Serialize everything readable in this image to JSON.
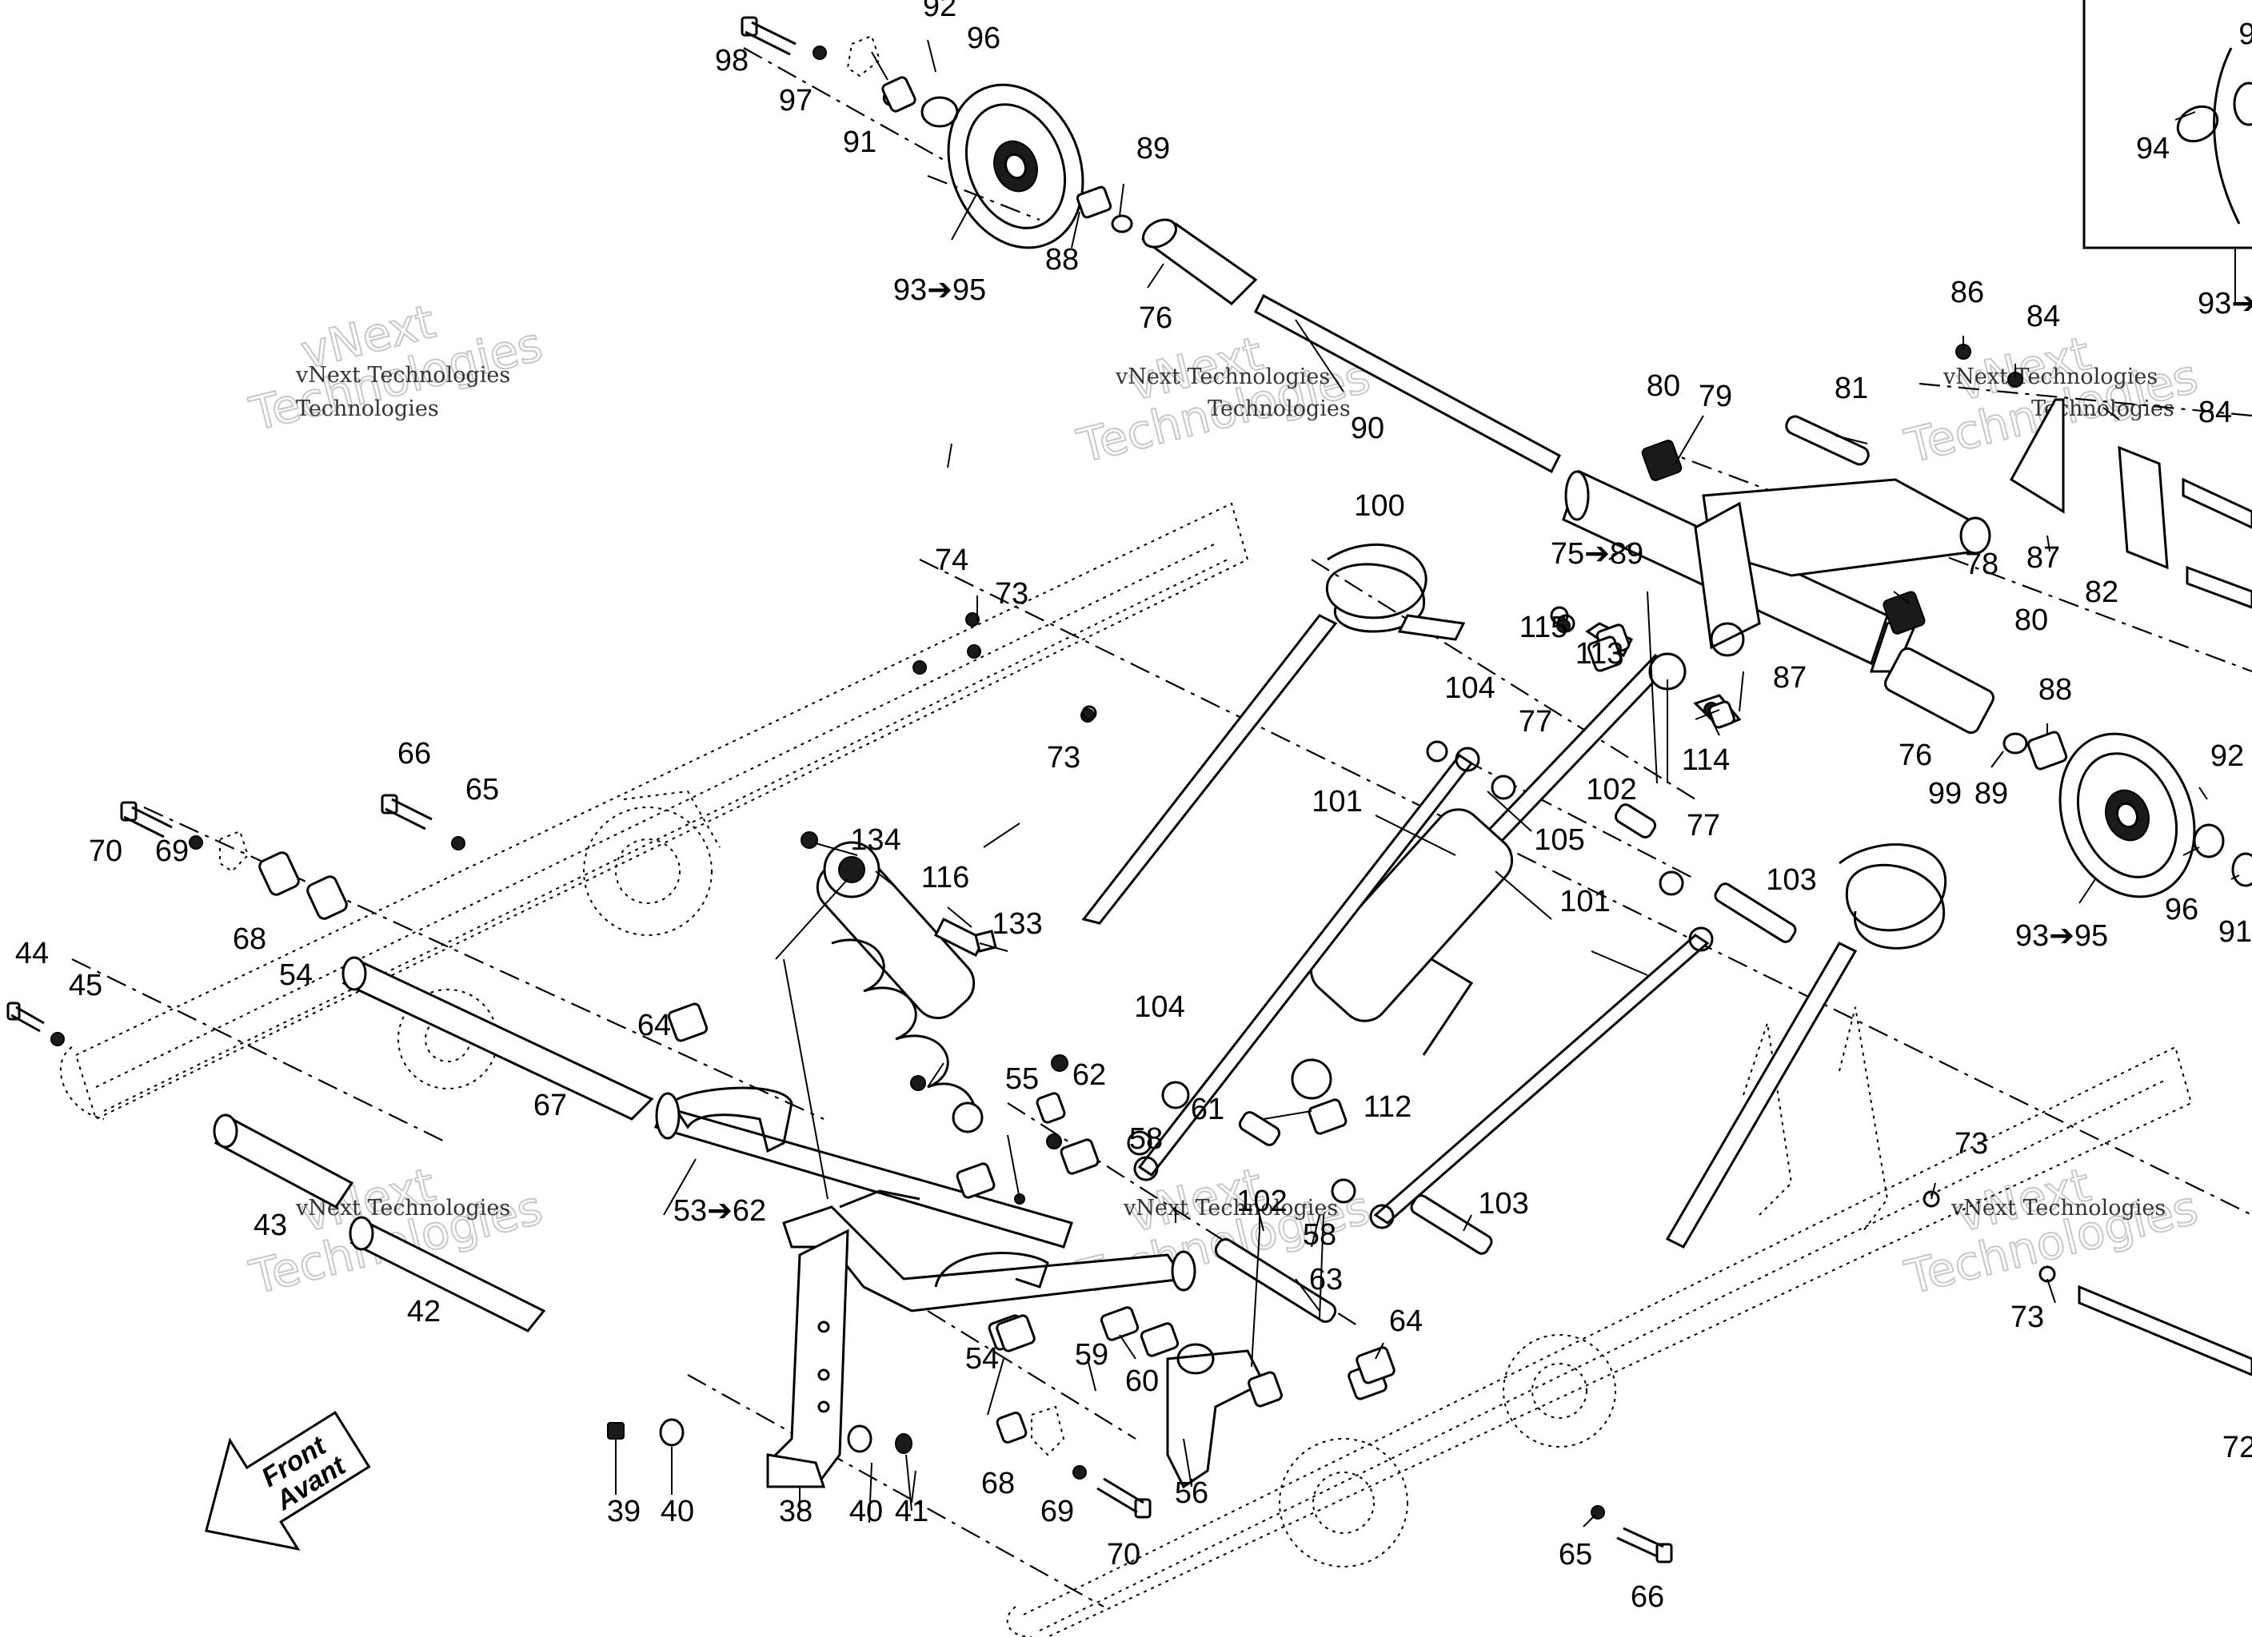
{
  "watermark": {
    "line1": "vNext",
    "line2": "Technologies",
    "small": "vNext Technologies"
  },
  "direction_arrow": {
    "line1": "Front",
    "line2": "Avant"
  },
  "callouts": [
    {
      "id": "98",
      "label": "98"
    },
    {
      "id": "97",
      "label": "97"
    },
    {
      "id": "92-top",
      "label": "92"
    },
    {
      "id": "96-top",
      "label": "96"
    },
    {
      "id": "91-top",
      "label": "91"
    },
    {
      "id": "89-top",
      "label": "89"
    },
    {
      "id": "88-top",
      "label": "88"
    },
    {
      "id": "93-95-top",
      "label": "93➔95"
    },
    {
      "id": "76-top",
      "label": "76"
    },
    {
      "id": "90",
      "label": "90"
    },
    {
      "id": "94",
      "label": "94"
    },
    {
      "id": "9-inset",
      "label": "9"
    },
    {
      "id": "93-inset",
      "label": "93➔"
    },
    {
      "id": "86",
      "label": "86"
    },
    {
      "id": "84-a",
      "label": "84"
    },
    {
      "id": "84-b",
      "label": "84"
    },
    {
      "id": "80-a",
      "label": "80"
    },
    {
      "id": "79",
      "label": "79"
    },
    {
      "id": "81",
      "label": "81"
    },
    {
      "id": "75-89",
      "label": "75➔89"
    },
    {
      "id": "87-a",
      "label": "87"
    },
    {
      "id": "82",
      "label": "82"
    },
    {
      "id": "78",
      "label": "78"
    },
    {
      "id": "80-b",
      "label": "80"
    },
    {
      "id": "87-b",
      "label": "87"
    },
    {
      "id": "100",
      "label": "100"
    },
    {
      "id": "74",
      "label": "74"
    },
    {
      "id": "73-a",
      "label": "73"
    },
    {
      "id": "73-b",
      "label": "73"
    },
    {
      "id": "115",
      "label": "115"
    },
    {
      "id": "113",
      "label": "113"
    },
    {
      "id": "104-a",
      "label": "104"
    },
    {
      "id": "77-a",
      "label": "77"
    },
    {
      "id": "114",
      "label": "114"
    },
    {
      "id": "88-right",
      "label": "88"
    },
    {
      "id": "76-right",
      "label": "76"
    },
    {
      "id": "89-right",
      "label": "89"
    },
    {
      "id": "92-right",
      "label": "92"
    },
    {
      "id": "102-a",
      "label": "102"
    },
    {
      "id": "99",
      "label": "99"
    },
    {
      "id": "66-a",
      "label": "66"
    },
    {
      "id": "65-a",
      "label": "65"
    },
    {
      "id": "70-a",
      "label": "70"
    },
    {
      "id": "69-a",
      "label": "69"
    },
    {
      "id": "68-a",
      "label": "68"
    },
    {
      "id": "54-a",
      "label": "54"
    },
    {
      "id": "134",
      "label": "134"
    },
    {
      "id": "116",
      "label": "116"
    },
    {
      "id": "101-a",
      "label": "101"
    },
    {
      "id": "77-b",
      "label": "77"
    },
    {
      "id": "105",
      "label": "105"
    },
    {
      "id": "103-a",
      "label": "103"
    },
    {
      "id": "96-right",
      "label": "96"
    },
    {
      "id": "93-95-right",
      "label": "93➔95"
    },
    {
      "id": "91-right",
      "label": "91"
    },
    {
      "id": "133",
      "label": "133"
    },
    {
      "id": "44",
      "label": "44"
    },
    {
      "id": "45",
      "label": "45"
    },
    {
      "id": "64-a",
      "label": "64"
    },
    {
      "id": "101-b",
      "label": "101"
    },
    {
      "id": "104-b",
      "label": "104"
    },
    {
      "id": "67",
      "label": "67"
    },
    {
      "id": "55",
      "label": "55"
    },
    {
      "id": "62",
      "label": "62"
    },
    {
      "id": "112",
      "label": "112"
    },
    {
      "id": "58-a",
      "label": "58"
    },
    {
      "id": "61",
      "label": "61"
    },
    {
      "id": "102-b",
      "label": "102"
    },
    {
      "id": "58-b",
      "label": "58"
    },
    {
      "id": "103-b",
      "label": "103"
    },
    {
      "id": "73-c",
      "label": "73"
    },
    {
      "id": "73-d",
      "label": "73"
    },
    {
      "id": "43",
      "label": "43"
    },
    {
      "id": "53-62",
      "label": "53➔62"
    },
    {
      "id": "42",
      "label": "42"
    },
    {
      "id": "63",
      "label": "63"
    },
    {
      "id": "54-b",
      "label": "54"
    },
    {
      "id": "59",
      "label": "59"
    },
    {
      "id": "60",
      "label": "60"
    },
    {
      "id": "64-b",
      "label": "64"
    },
    {
      "id": "39",
      "label": "39"
    },
    {
      "id": "40-a",
      "label": "40"
    },
    {
      "id": "38",
      "label": "38"
    },
    {
      "id": "40-b",
      "label": "40"
    },
    {
      "id": "41",
      "label": "41"
    },
    {
      "id": "68-b",
      "label": "68"
    },
    {
      "id": "69-b",
      "label": "69"
    },
    {
      "id": "70-b",
      "label": "70"
    },
    {
      "id": "56",
      "label": "56"
    },
    {
      "id": "65-b",
      "label": "65"
    },
    {
      "id": "66-b",
      "label": "66"
    },
    {
      "id": "72",
      "label": "72"
    }
  ]
}
